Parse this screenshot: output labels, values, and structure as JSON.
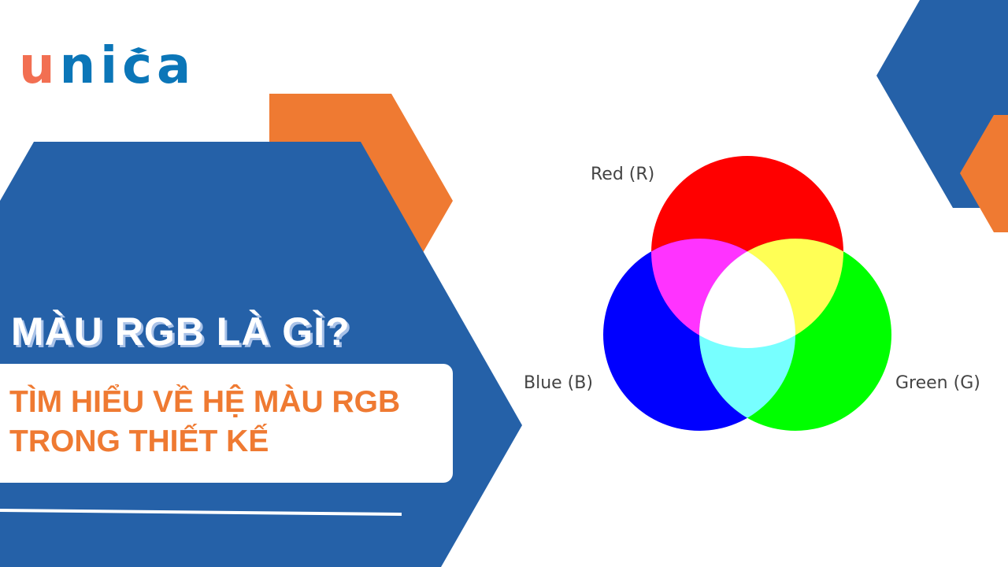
{
  "logo": {
    "text": "unica",
    "first": "u",
    "rest": "nica"
  },
  "title": "MÀU RGB LÀ GÌ?",
  "subtitle": {
    "line1": "TÌM HIỂU VỀ HỆ MÀU RGB",
    "line2": "TRONG THIẾT KẾ"
  },
  "diagram": {
    "labels": {
      "red": "Red (R)",
      "blue": "Blue (B)",
      "green": "Green (G)"
    },
    "colors": {
      "red": "#ff0000",
      "green": "#00ff00",
      "blue": "#0000ff",
      "magenta": "#ff33ff",
      "yellow": "#ffff55",
      "cyan": "#77ffff",
      "white": "#ffffff"
    }
  },
  "colors": {
    "brand_blue": "#2561a8",
    "brand_orange": "#ef7a32"
  }
}
